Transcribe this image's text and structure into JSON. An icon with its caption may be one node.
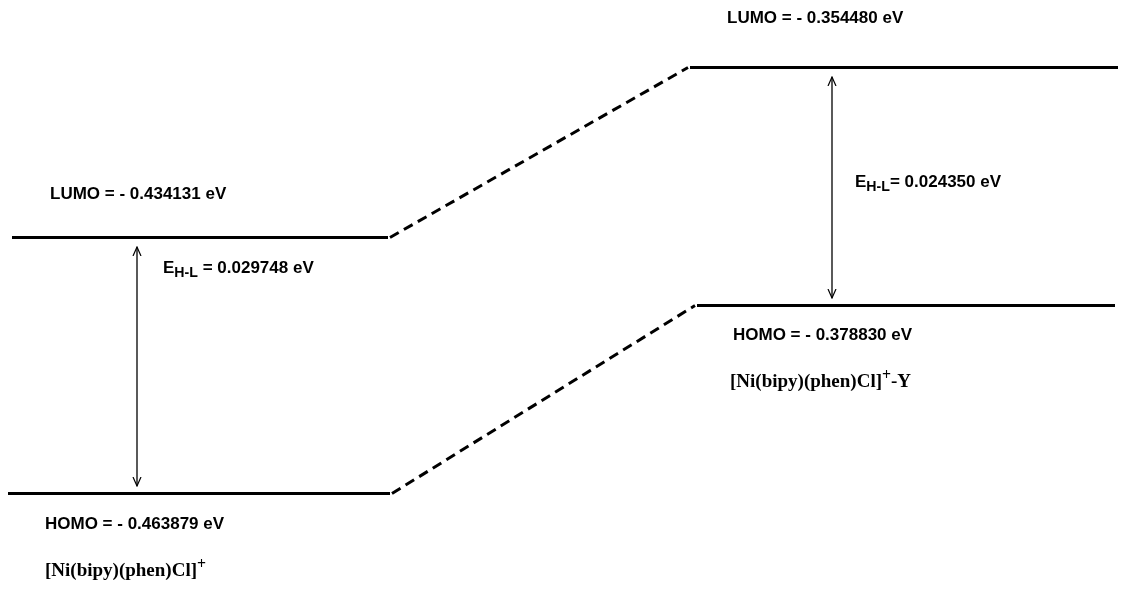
{
  "diagram": {
    "nodes": [
      {
        "text": [],
        "shape": "bar",
        "beside": [
          "LUMO = - 0.434131 eV"
        ]
      },
      {
        "text": [],
        "shape": "bar",
        "beside": [
          "HOMO = - 0.463879 eV",
          "[Ni(bipy)(phen)Cl]$^{+}$"
        ]
      },
      {
        "text": [],
        "shape": "bar",
        "beside": [
          "LUMO = - 0.354480 eV"
        ]
      },
      {
        "text": [],
        "shape": "bar",
        "beside": [
          "HOMO = - 0.378830 eV",
          "[Ni(bipy)(phen)Cl]$^{+}$-Y"
        ]
      }
    ],
    "edges": [
      {
        "from": 0,
        "to": 2,
        "arrow": "none",
        "style": "dashed"
      },
      {
        "from": 1,
        "to": 3,
        "arrow": "none",
        "style": "dashed"
      },
      {
        "from": 0,
        "to": 1,
        "arrow": "both",
        "label": "E$_{H-L}$ =  0.029748 eV"
      },
      {
        "from": 2,
        "to": 3,
        "arrow": "both",
        "label": "E$_{H-L}$= 0.024350 eV"
      }
    ]
  }
}
